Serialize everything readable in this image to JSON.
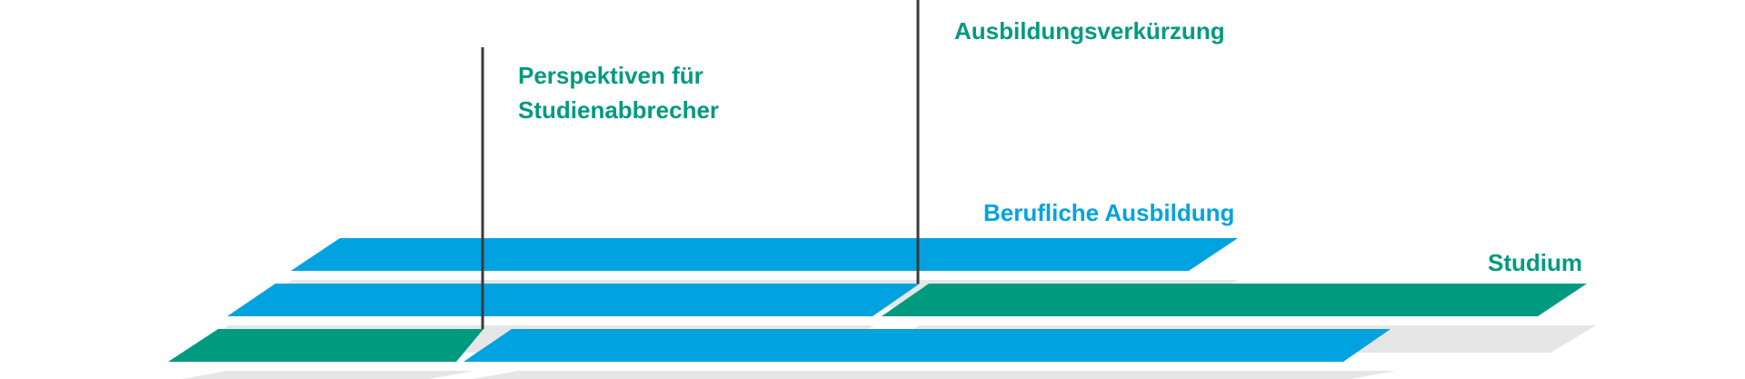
{
  "labels": {
    "perspektiven_line1": "Perspektiven für",
    "perspektiven_line2": "Studienabbrecher",
    "ausbildungsverkuerzung": "Ausbildungsverkürzung",
    "berufliche_ausbildung": "Berufliche Ausbildung",
    "studium": "Studium"
  },
  "colors": {
    "blue": "#00a3e0",
    "green": "#009a80",
    "shadow": "#e6e6e6",
    "marker_line": "#3a3a3a"
  }
}
